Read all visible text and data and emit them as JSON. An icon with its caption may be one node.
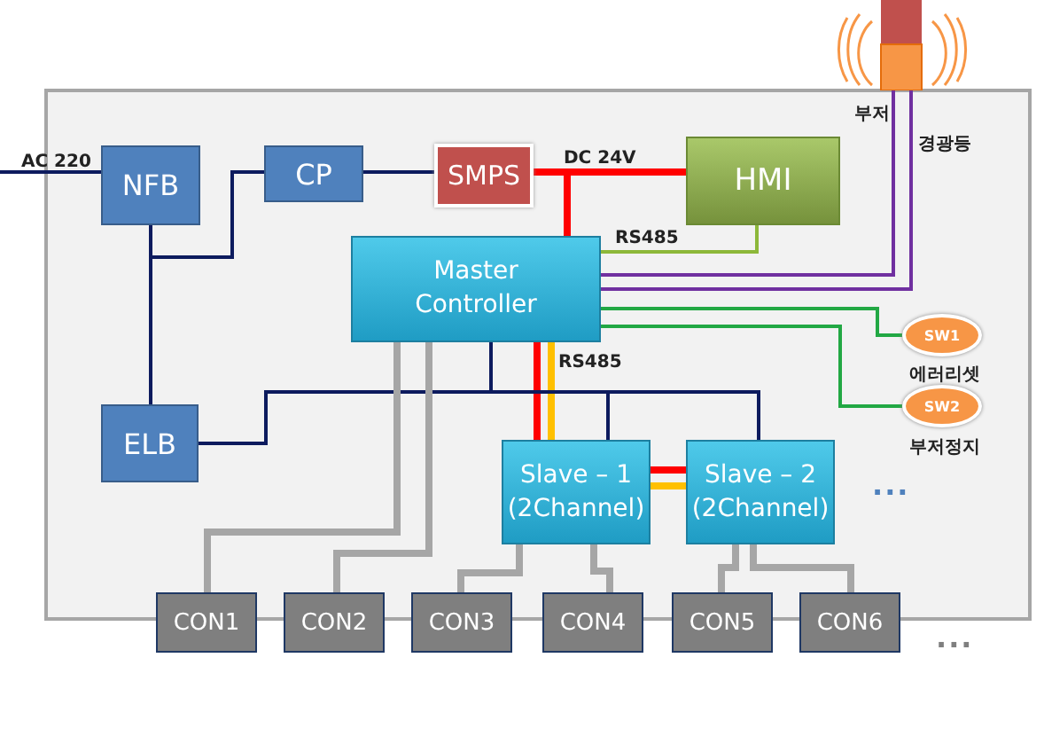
{
  "diagram": {
    "nodes": [
      {
        "text": [],
        "shape": "picture"
      },
      {
        "text": [
          "NFB"
        ]
      },
      {
        "text": [
          "CP"
        ]
      },
      {
        "text": [
          "SMPS"
        ]
      },
      {
        "text": [
          "HMI"
        ]
      },
      {
        "text": [
          "Master Controller"
        ]
      },
      {
        "text": [
          "SW1"
        ],
        "beside": [
          "에러리셋"
        ]
      },
      {
        "text": [
          "SW2"
        ],
        "beside": [
          "부저정지"
        ]
      },
      {
        "text": [
          "ELB"
        ]
      },
      {
        "text": [
          "Slave – 1 (2Channel)"
        ]
      },
      {
        "text": [
          "Slave – 2 (2Channel)"
        ]
      },
      {
        "text": [
          "CON1"
        ]
      },
      {
        "text": [
          "CON2"
        ]
      },
      {
        "text": [
          "CON3"
        ]
      },
      {
        "text": [
          "CON4"
        ]
      },
      {
        "text": [
          "CON5"
        ]
      },
      {
        "text": [
          "CON6"
        ]
      }
    ],
    "edges": [
      {
        "from": null,
        "to": 1,
        "arrow": "none",
        "label": "AC 220"
      },
      {
        "from": 1,
        "to": 2,
        "arrow": "none"
      },
      {
        "from": 1,
        "to": 8,
        "arrow": "none"
      },
      {
        "from": 2,
        "to": 3,
        "arrow": "none"
      },
      {
        "from": 3,
        "to": 4,
        "arrow": "none",
        "label": "DC 24V",
        "style": "thick",
        "color": "#ff0000"
      },
      {
        "from": 3,
        "to": 5,
        "arrow": "none",
        "style": "thick",
        "color": "#ff0000"
      },
      {
        "from": 5,
        "to": 4,
        "arrow": "none",
        "label": "RS485",
        "color": "#8db83a"
      },
      {
        "from": 5,
        "to": 0,
        "arrow": "none",
        "label": "부저",
        "color": "#7030a0"
      },
      {
        "from": 5,
        "to": 0,
        "arrow": "none",
        "label": "경광등",
        "color": "#7030a0"
      },
      {
        "from": 5,
        "to": 6,
        "arrow": "none",
        "color": "#22a844"
      },
      {
        "from": 5,
        "to": 7,
        "arrow": "none",
        "color": "#22a844"
      },
      {
        "from": 5,
        "to": 9,
        "arrow": "none",
        "style": "thick",
        "color": "#ff0000"
      },
      {
        "from": 5,
        "to": 9,
        "arrow": "none",
        "label": "RS485",
        "style": "thick",
        "color": "#ffc000"
      },
      {
        "from": 9,
        "to": 10,
        "arrow": "none",
        "style": "thick",
        "color": "#ff0000"
      },
      {
        "from": 9,
        "to": 10,
        "arrow": "none",
        "style": "thick",
        "color": "#ffc000"
      },
      {
        "from": 8,
        "to": 5,
        "arrow": "none"
      },
      {
        "from": 8,
        "to": 9,
        "arrow": "none"
      },
      {
        "from": 8,
        "to": 10,
        "arrow": "none"
      },
      {
        "from": 5,
        "to": 11,
        "arrow": "none",
        "style": "thick",
        "color": "#a6a6a6"
      },
      {
        "from": 5,
        "to": 12,
        "arrow": "none",
        "style": "thick",
        "color": "#a6a6a6"
      },
      {
        "from": 9,
        "to": 13,
        "arrow": "none",
        "style": "thick",
        "color": "#a6a6a6"
      },
      {
        "from": 9,
        "to": 14,
        "arrow": "none",
        "style": "thick",
        "color": "#a6a6a6"
      },
      {
        "from": 10,
        "to": 15,
        "arrow": "none",
        "style": "thick",
        "color": "#a6a6a6"
      },
      {
        "from": 10,
        "to": 16,
        "arrow": "none",
        "style": "thick",
        "color": "#a6a6a6"
      }
    ],
    "labels": [
      "...",
      "..."
    ]
  }
}
